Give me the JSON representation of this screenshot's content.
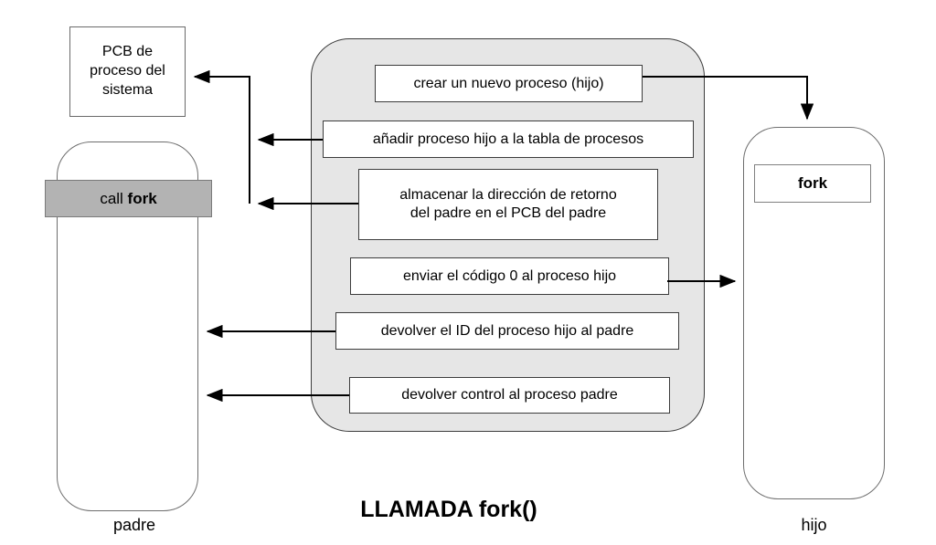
{
  "diagram": {
    "title": "LLAMADA fork()",
    "pcb_box": {
      "line1": "PCB de",
      "line2": "proceso del",
      "line3": "sistema"
    },
    "parent": {
      "label": "padre",
      "call_label_normal": "call ",
      "call_label_bold": "fork"
    },
    "child": {
      "label": "hijo",
      "fork_label": "fork"
    },
    "steps": [
      {
        "label": "crear un nuevo proceso (hijo)"
      },
      {
        "label": "añadir proceso hijo a la tabla de procesos"
      },
      {
        "label": "almacenar la dirección de retorno\ndel padre en el PCB del padre"
      },
      {
        "label": "enviar el código 0 al proceso hijo"
      },
      {
        "label": "devolver el ID del proceso hijo al padre"
      },
      {
        "label": "devolver control al proceso padre"
      }
    ],
    "colors": {
      "container_fill": "#e6e6e6",
      "call_fork_fill": "#b3b3b3",
      "arrow": "#000000",
      "box_fill": "#ffffff"
    }
  }
}
